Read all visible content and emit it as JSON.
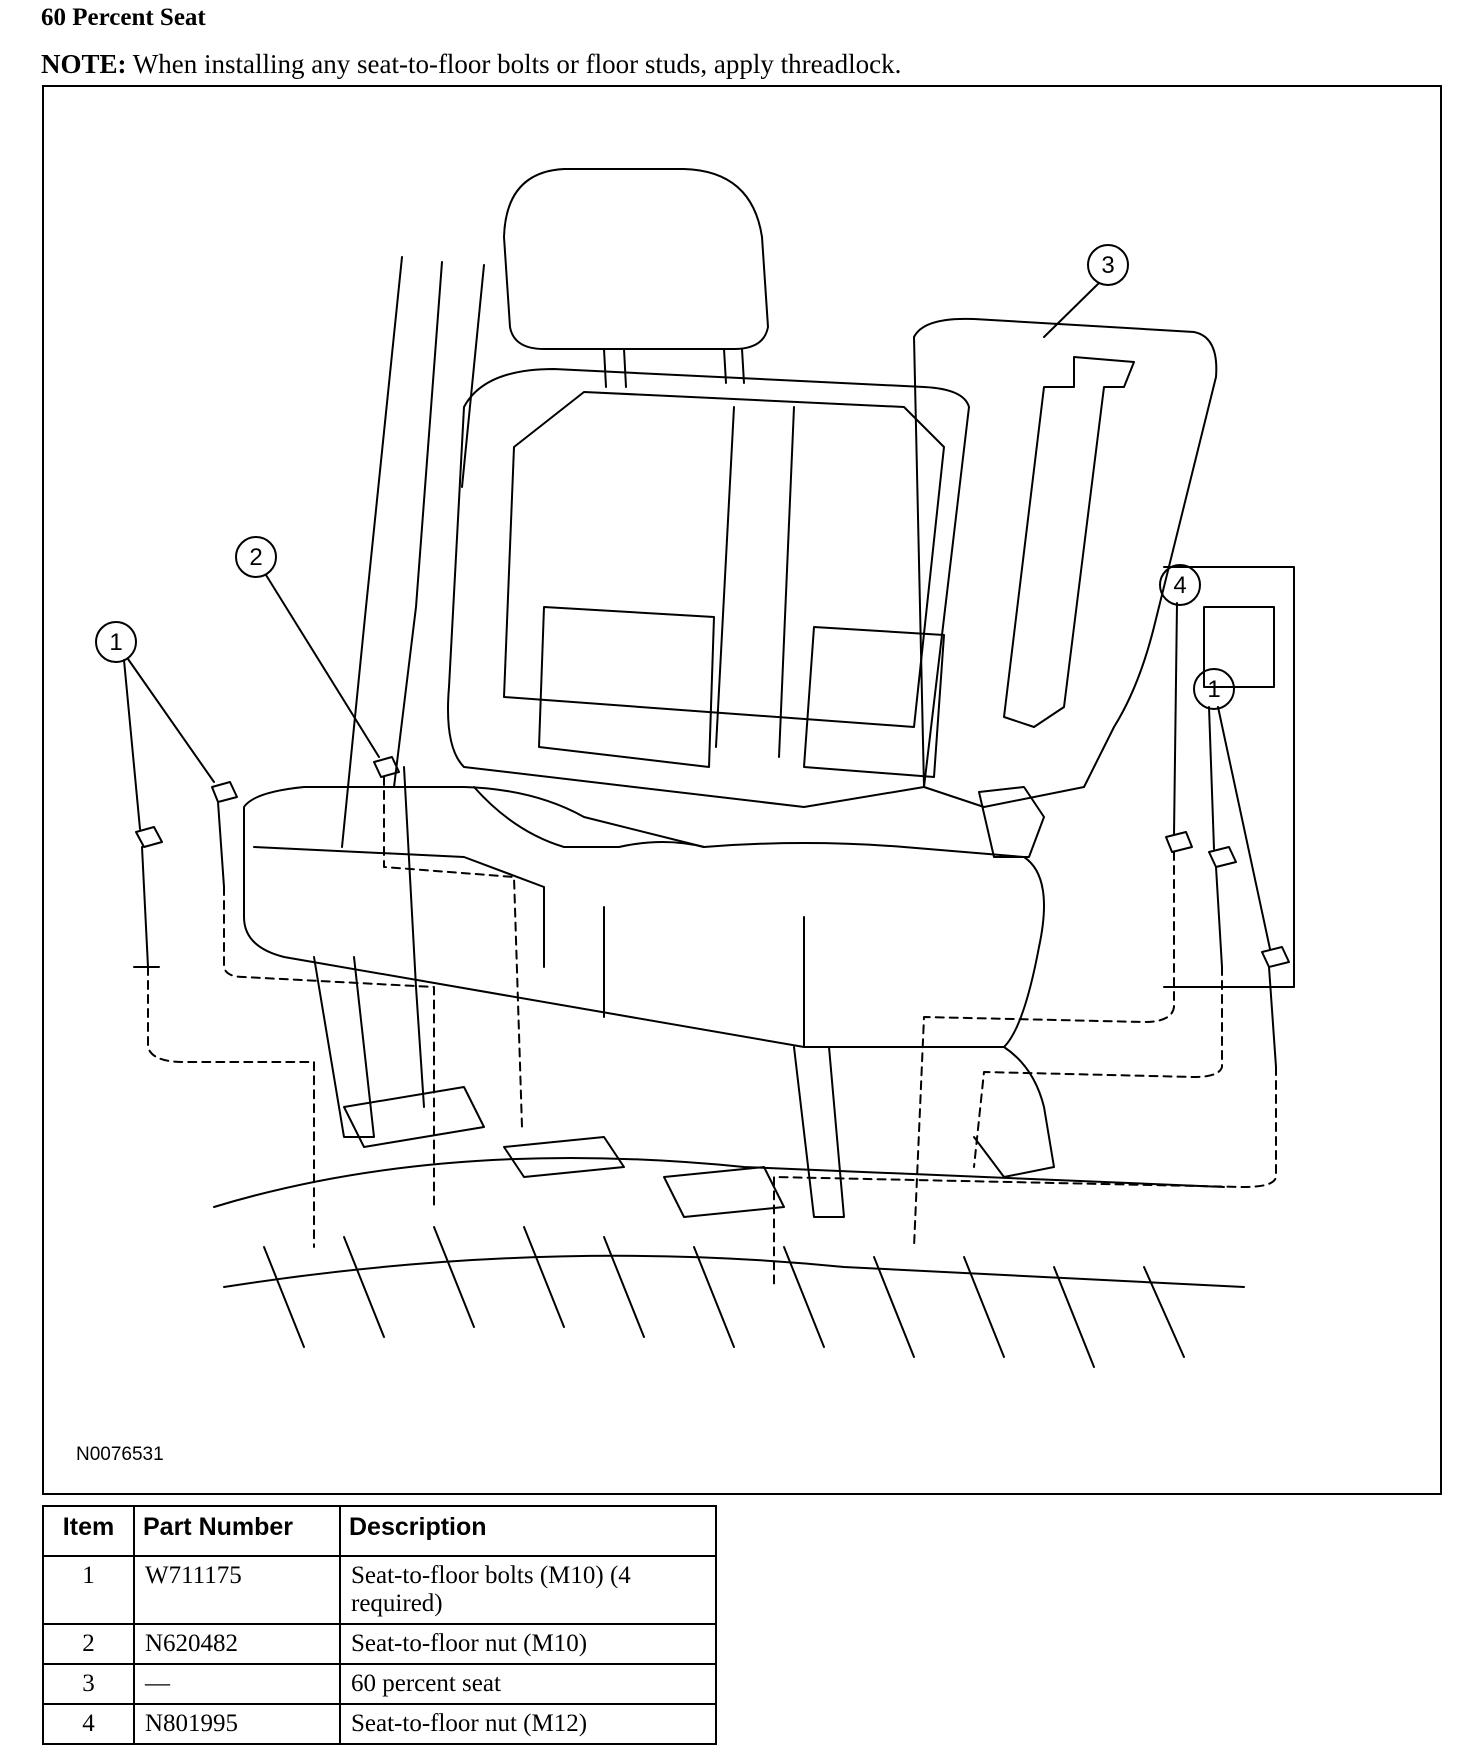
{
  "page": {
    "section_title": "60 Percent Seat",
    "note_label": "NOTE:",
    "note_text": " When installing any seat-to-floor bolts or floor studs, apply threadlock."
  },
  "figure": {
    "id": "N0076531",
    "callouts": [
      "1",
      "2",
      "3",
      "4",
      "1"
    ]
  },
  "table": {
    "headers": [
      "Item",
      "Part Number",
      "Description"
    ],
    "rows": [
      {
        "item": "1",
        "part": "W711175",
        "desc": "Seat-to-floor bolts (M10) (4 required)"
      },
      {
        "item": "2",
        "part": "N620482",
        "desc": "Seat-to-floor nut (M10)"
      },
      {
        "item": "3",
        "part": "—",
        "desc": "60 percent seat"
      },
      {
        "item": "4",
        "part": "N801995",
        "desc": "Seat-to-floor nut (M12)"
      }
    ]
  }
}
